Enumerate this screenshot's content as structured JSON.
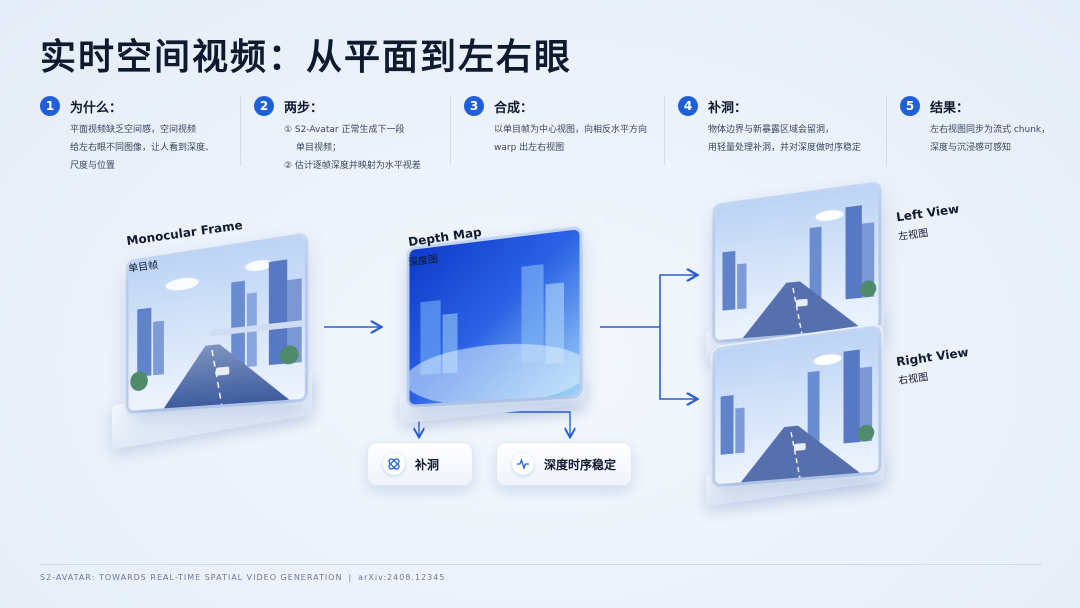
{
  "title": "实时空间视频：从平面到左右眼",
  "steps": [
    {
      "num": "1",
      "title": "为什么：",
      "lines": [
        "平面视频缺乏空间感，空间视频",
        "给左右眼不同图像，让人看到深度、",
        "尺度与位置"
      ]
    },
    {
      "num": "2",
      "title": "两步：",
      "lines": [
        "① S2-Avatar 正常生成下一段",
        "单目视频；",
        "② 估计逐帧深度并映射为水平视差"
      ]
    },
    {
      "num": "3",
      "title": "合成：",
      "lines": [
        "以单目帧为中心视图，向相反水平方向",
        "warp 出左右视图"
      ]
    },
    {
      "num": "4",
      "title": "补洞：",
      "lines": [
        "物体边界与新暴露区域会留洞，",
        "用轻量处理补洞，并对深度做时序稳定"
      ]
    },
    {
      "num": "5",
      "title": "结果：",
      "lines": [
        "左右视图同步为流式 chunk，",
        "深度与沉浸感可感知"
      ]
    }
  ],
  "diagram": {
    "monocular": {
      "en": "Monocular Frame",
      "cn": "单目帧"
    },
    "depth": {
      "en": "Depth Map",
      "cn": "深度图"
    },
    "left": {
      "en": "Left View",
      "cn": "左视图"
    },
    "right": {
      "en": "Right View",
      "cn": "右视图"
    },
    "chips": [
      {
        "icon": "bandage-icon",
        "label": "补洞"
      },
      {
        "icon": "waveform-icon",
        "label": "深度时序稳定"
      }
    ]
  },
  "footer": {
    "left": "S2-AVATAR: TOWARDS REAL-TIME SPATIAL VIDEO GENERATION",
    "sep": "|",
    "right": "arXiv:2408.12345"
  },
  "colors": {
    "accent": "#1f5fd8",
    "title": "#0f1a2e",
    "depth_blue": "#2b63e6",
    "sky": "#cfe0f7"
  }
}
